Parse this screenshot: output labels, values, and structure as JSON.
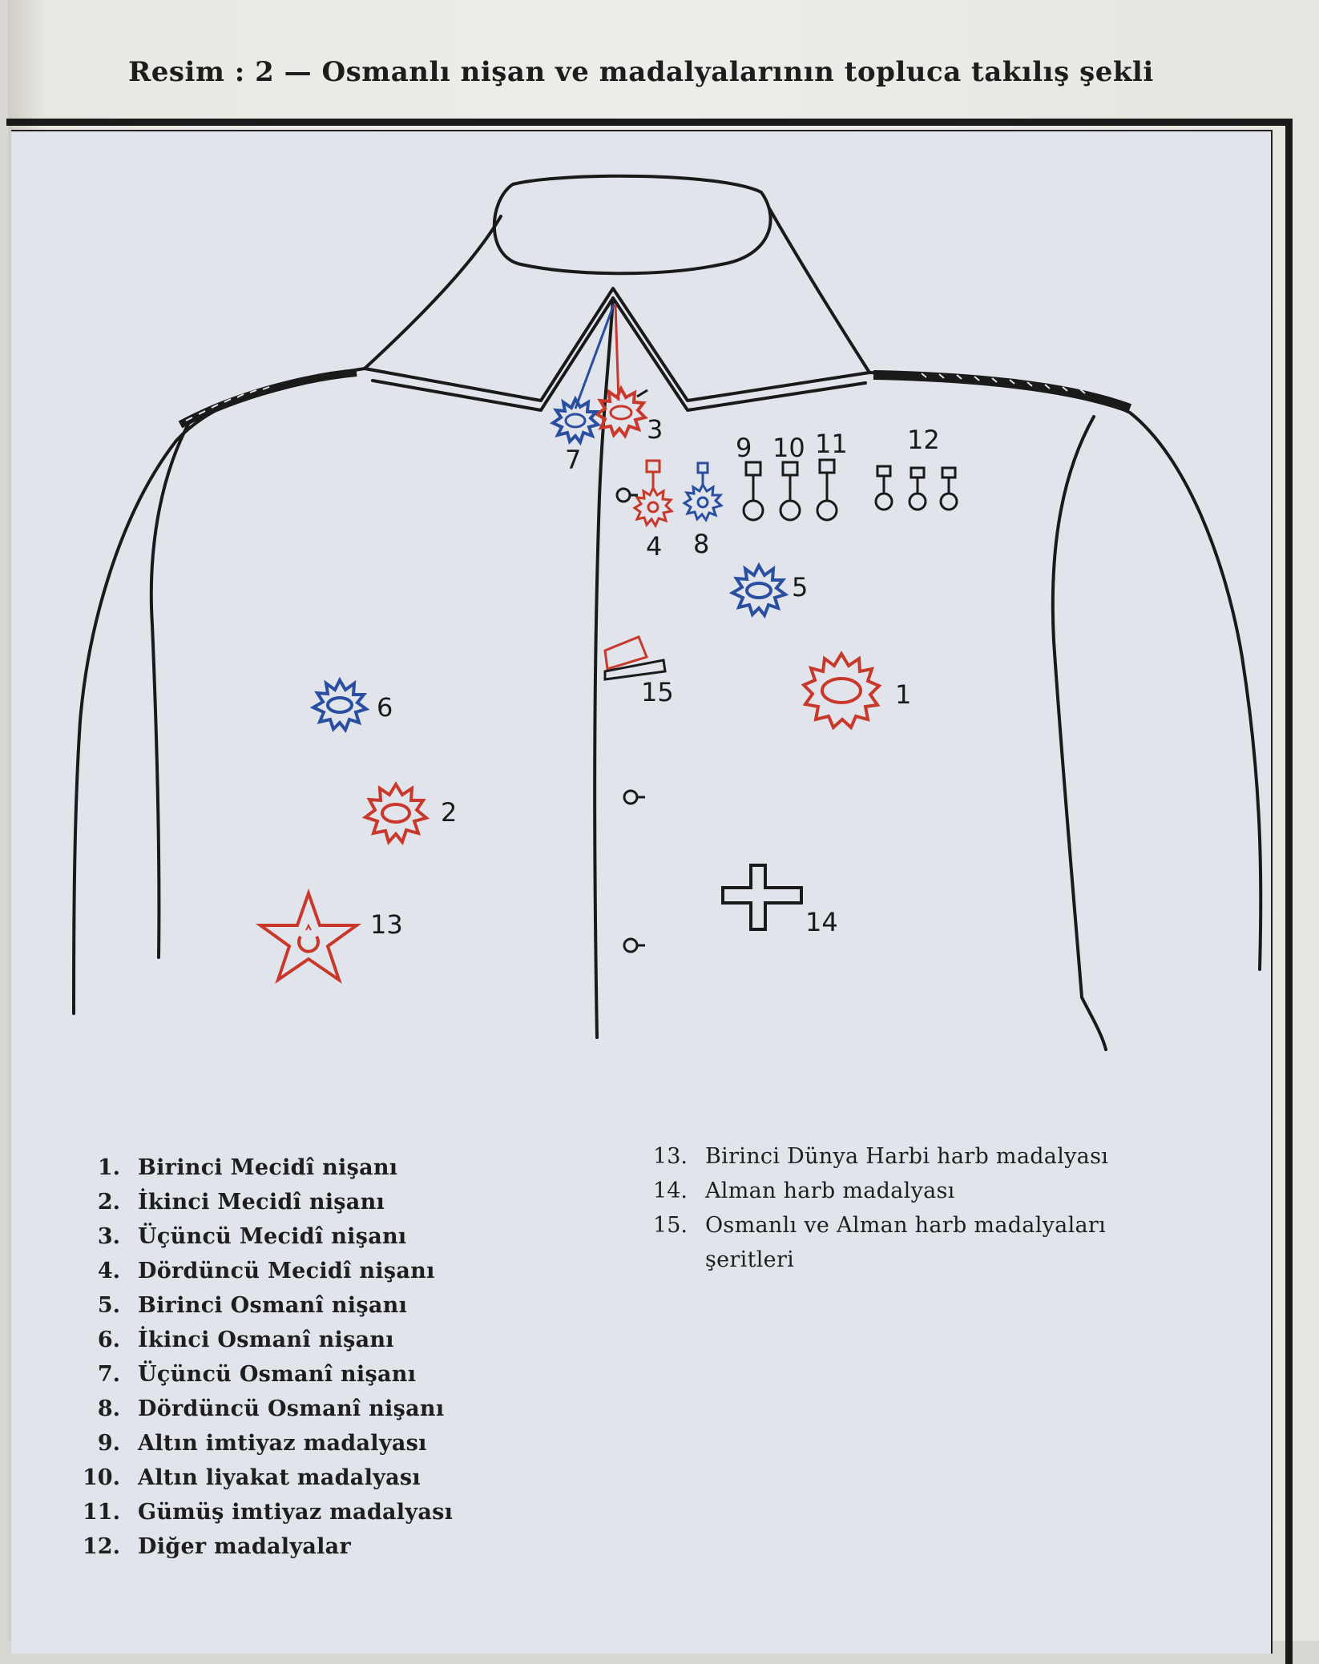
{
  "title": "Resim : 2 — Osmanlı nişan ve madalyalarının topluca takılış şekli",
  "diagram_labels": [
    "1",
    "2",
    "3",
    "4",
    "5",
    "6",
    "7",
    "8",
    "9",
    "10",
    "11",
    "12",
    "13",
    "14",
    "15"
  ],
  "legend_left": [
    {
      "num": "1.",
      "text": "Birinci Mecidî nişanı"
    },
    {
      "num": "2.",
      "text": "İkinci Mecidî nişanı"
    },
    {
      "num": "3.",
      "text": "Üçüncü Mecidî nişanı"
    },
    {
      "num": "4.",
      "text": "Dördüncü Mecidî nişanı"
    },
    {
      "num": "5.",
      "text": "Birinci Osmanî nişanı"
    },
    {
      "num": "6.",
      "text": "İkinci Osmanî nişanı"
    },
    {
      "num": "7.",
      "text": "Üçüncü Osmanî nişanı"
    },
    {
      "num": "8.",
      "text": "Dördüncü Osmanî nişanı"
    },
    {
      "num": "9.",
      "text": "Altın imtiyaz madalyası"
    },
    {
      "num": "10.",
      "text": "Altın liyakat madalyası"
    },
    {
      "num": "11.",
      "text": "Gümüş imtiyaz madalyası"
    },
    {
      "num": "12.",
      "text": "Diğer madalyalar"
    }
  ],
  "legend_right": [
    {
      "num": "13.",
      "text": "Birinci Dünya Harbi harb madalyası"
    },
    {
      "num": "14.",
      "text": "Alman harb madalyası"
    },
    {
      "num": "15.",
      "text": "Osmanlı ve Alman harb madalyaları"
    }
  ],
  "legend_right_cont": "şeritleri",
  "colors": {
    "red": "#c8392b",
    "blue": "#2a4fa0",
    "ink": "#1a1a1a"
  }
}
